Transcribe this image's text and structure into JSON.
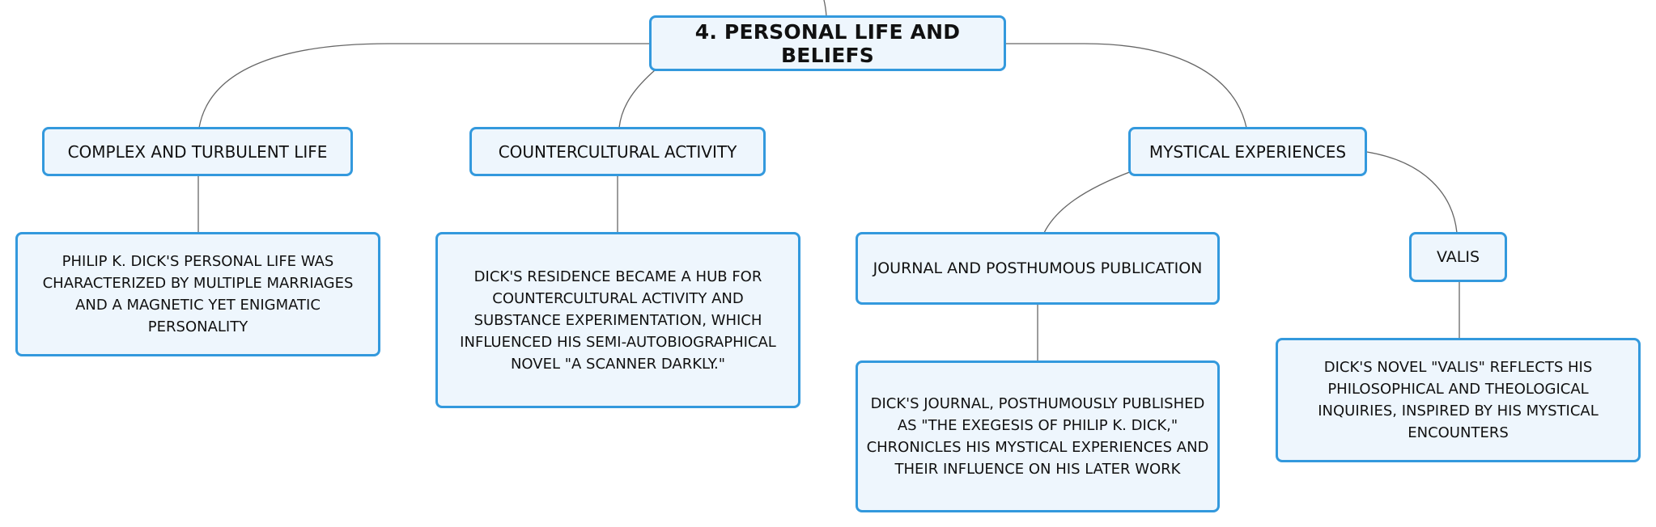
{
  "root": {
    "label": "4. PERSONAL LIFE AND BELIEFS"
  },
  "branches": {
    "complex": {
      "label": "COMPLEX AND TURBULENT LIFE",
      "detail": "PHILIP K. DICK'S PERSONAL LIFE WAS CHARACTERIZED BY MULTIPLE MARRIAGES AND A MAGNETIC YET ENIGMATIC PERSONALITY"
    },
    "countercultural": {
      "label": "COUNTERCULTURAL ACTIVITY",
      "detail": "DICK'S RESIDENCE BECAME A HUB FOR COUNTERCULTURAL ACTIVITY AND SUBSTANCE EXPERIMENTATION, WHICH INFLUENCED HIS SEMI-AUTOBIOGRAPHICAL NOVEL \"A SCANNER DARKLY.\""
    },
    "mystical": {
      "label": "MYSTICAL EXPERIENCES",
      "journal": {
        "label": "JOURNAL AND POSTHUMOUS PUBLICATION",
        "detail": "DICK'S JOURNAL, POSTHUMOUSLY PUBLISHED AS \"THE EXEGESIS OF PHILIP K. DICK,\" CHRONICLES HIS MYSTICAL EXPERIENCES AND THEIR INFLUENCE ON HIS LATER WORK"
      },
      "valis": {
        "label": "VALIS",
        "detail": "DICK'S NOVEL \"VALIS\" REFLECTS HIS PHILOSOPHICAL AND THEOLOGICAL INQUIRIES, INSPIRED BY HIS MYSTICAL ENCOUNTERS"
      }
    }
  },
  "colors": {
    "node_border": "#3399dd",
    "node_fill": "#eef6fd",
    "connector": "#666666"
  }
}
